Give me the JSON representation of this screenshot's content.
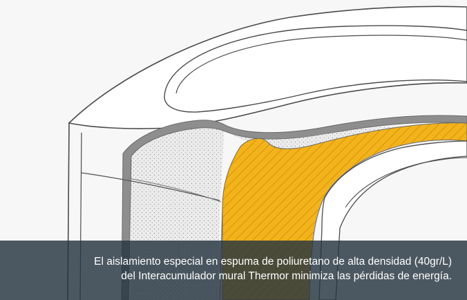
{
  "caption": {
    "line1": "El aislamiento especial en espuma de poliuretano de alta densidad (40gr/L)",
    "line2": "del Interacumulador mural Thermor minimiza las pérdidas de energía."
  },
  "illustration": {
    "subject": "tank-cutaway-illustration",
    "colors": {
      "insulation_foam": "#f2b31c",
      "hatch": "#c98a00",
      "casing_gray": "#8e8e8e",
      "outline": "#4a4a4a",
      "dotted_fill": "#e6e6e6",
      "background": "#f7f7f7",
      "caption_bar": "#26343f"
    }
  }
}
